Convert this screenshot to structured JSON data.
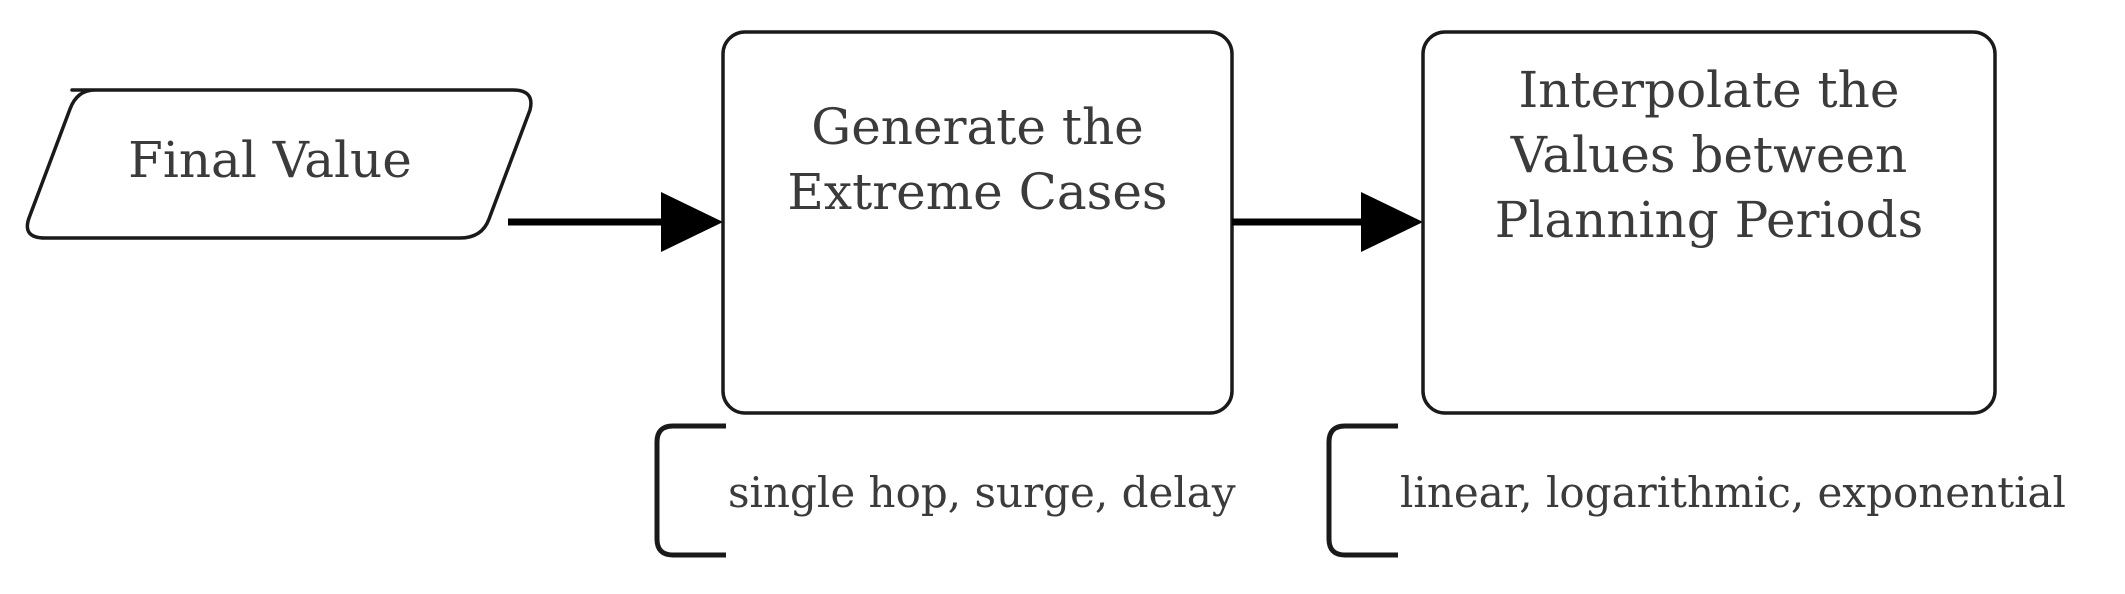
{
  "diagram": {
    "type": "flowchart",
    "orientation": "left-to-right",
    "stroke_color": "#000000",
    "text_color": "#3b3b3b",
    "background_color": "#ffffff",
    "nodes": [
      {
        "id": "final-value",
        "shape": "parallelogram",
        "role": "input",
        "label": "Final Value",
        "lines": [
          "Final Value"
        ]
      },
      {
        "id": "generate-extreme-cases",
        "shape": "rounded-rectangle",
        "role": "process",
        "label": "Generate the Extreme Cases",
        "lines": [
          "Generate the",
          "Extreme Cases"
        ]
      },
      {
        "id": "interpolate-values",
        "shape": "rounded-rectangle",
        "role": "process",
        "label": "Interpolate the Values between Planning Periods",
        "lines": [
          "Interpolate the",
          "Values between",
          "Planning Periods"
        ]
      }
    ],
    "edges": [
      {
        "id": "edge-1",
        "from": "final-value",
        "to": "generate-extreme-cases",
        "style": "solid-arrow"
      },
      {
        "id": "edge-2",
        "from": "generate-extreme-cases",
        "to": "interpolate-values",
        "style": "solid-arrow"
      }
    ],
    "annotations": [
      {
        "id": "annotation-extreme-cases",
        "attached_to": "generate-extreme-cases",
        "bracket": "square-bracket-left",
        "text": "single hop, surge, delay",
        "options": [
          "single hop",
          "surge",
          "delay"
        ]
      },
      {
        "id": "annotation-interpolation",
        "attached_to": "interpolate-values",
        "bracket": "square-bracket-left",
        "text": "linear, logarithmic, exponential",
        "options": [
          "linear",
          "logarithmic",
          "exponential"
        ]
      }
    ]
  }
}
